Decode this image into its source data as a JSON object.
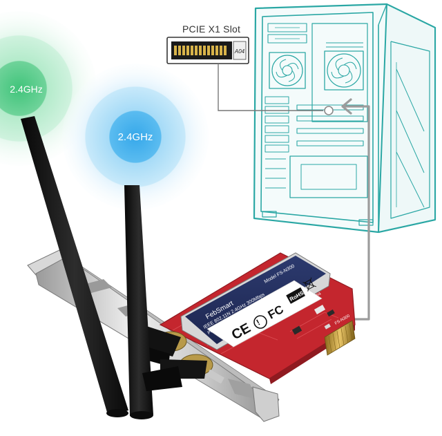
{
  "pcie_label": "PCIE X1 Slot",
  "slot_code": "A04",
  "signal_left": "2.4GHz",
  "signal_right": "2.4GHz",
  "card": {
    "brand": "FebSmart",
    "model": "Model FS-N300",
    "spec_line1": "IEEE 802.11N 2.4GHz 300Mbps",
    "spec_line2": "PCI Express Wireless Network Adapter",
    "made_in": "Assembled In China",
    "cert_ce": "CE",
    "cert_fc": "FC",
    "cert_rohs": "RoHS"
  },
  "colors": {
    "signal_blue": "#39a9e8",
    "signal_green": "#45c77a",
    "case_line": "#2aa7a4",
    "label_navy": "#24305d",
    "pcb_red": "#c4262e",
    "gold": "#d9a93a",
    "antenna": "#151515"
  }
}
